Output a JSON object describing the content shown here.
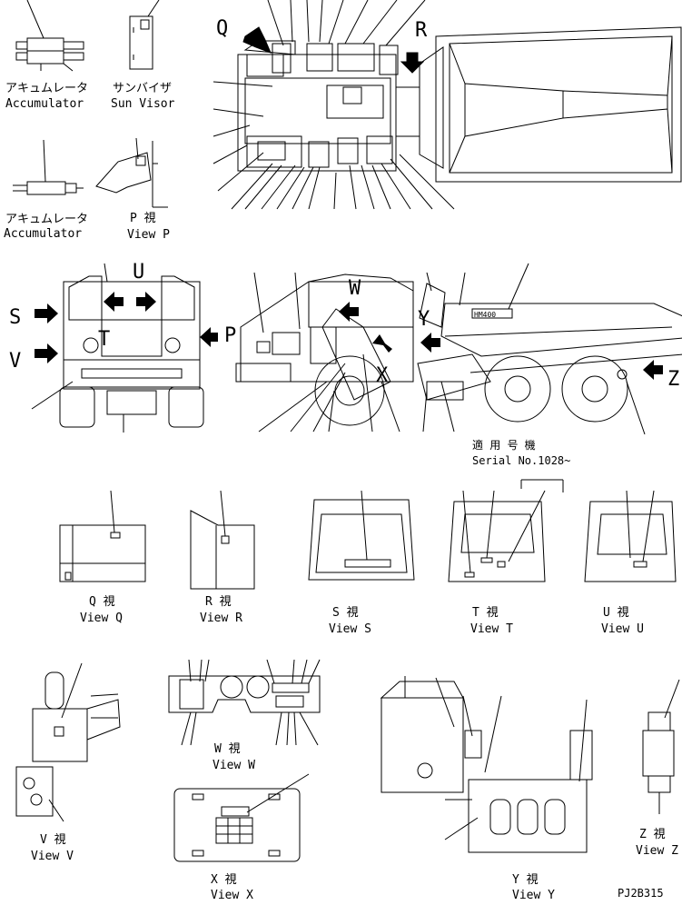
{
  "labels": {
    "accumulator1_jp": "アキュムレータ",
    "accumulator1_en": "Accumulator",
    "sunvisor_jp": "サンバイザ",
    "sunvisor_en": "Sun Visor",
    "accumulator2_jp": "アキュムレータ",
    "accumulator2_en": "Accumulator",
    "viewP_jp": "P 視",
    "viewP_en": "View P",
    "serial_jp": "適 用 号 機",
    "serial_en": "Serial No.1028~",
    "viewQ_jp": "Q 視",
    "viewQ_en": "View Q",
    "viewR_jp": "R 視",
    "viewR_en": "View R",
    "viewS_jp": "S 視",
    "viewS_en": "View S",
    "viewT_jp": "T 視",
    "viewT_en": "View T",
    "viewU_jp": "U 視",
    "viewU_en": "View U",
    "viewW_jp": "W 視",
    "viewW_en": "View W",
    "viewV_jp": "V 視",
    "viewV_en": "View V",
    "viewX_jp": "X 視",
    "viewX_en": "View X",
    "viewY_jp": "Y 視",
    "viewY_en": "View Y",
    "viewZ_jp": "Z 視",
    "viewZ_en": "View Z",
    "drawing_no": "PJ2B315",
    "model_badge": "HM400"
  },
  "view_letters": {
    "Q": "Q",
    "R": "R",
    "S": "S",
    "V": "V",
    "U": "U",
    "T": "T",
    "P": "P",
    "W": "W",
    "X": "X",
    "Y": "Y",
    "Z": "Z"
  }
}
